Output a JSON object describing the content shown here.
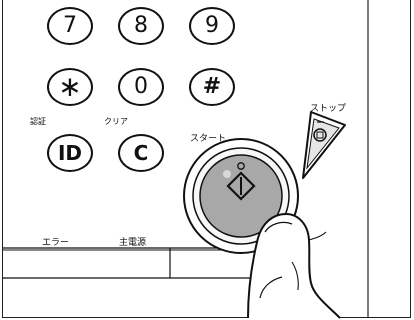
{
  "keypad": {
    "keys": [
      "7",
      "8",
      "9",
      "∗",
      "0",
      "#",
      "ID",
      "C"
    ],
    "label_auth": "認証",
    "label_clear": "クリア"
  },
  "controls": {
    "stop_label": "ストップ",
    "start_label": "スタート"
  },
  "indicators": {
    "error_label": "エラー",
    "main_power_label": "主電源"
  }
}
